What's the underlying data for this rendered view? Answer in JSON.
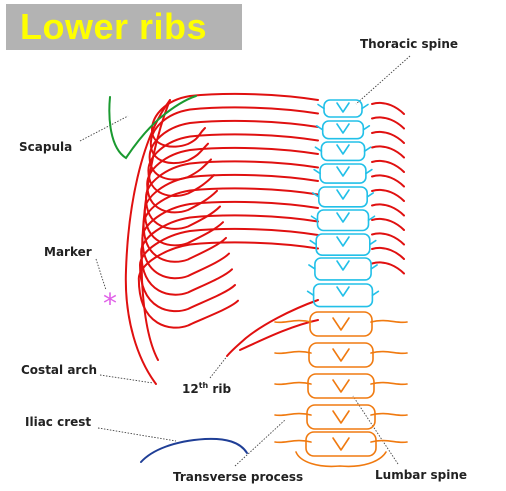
{
  "title": "Lower ribs",
  "labels": {
    "thoracic_spine": "Thoracic spine",
    "scapula": "Scapula",
    "marker": "Marker",
    "costal_arch": "Costal arch",
    "rib12_num": "12",
    "rib12_sup": "th",
    "rib12_word": " rib",
    "iliac_crest": "Iliac crest",
    "transverse_process": "Transverse process",
    "lumbar_spine": "Lumbar spine",
    "marker_symbol": "*"
  },
  "colors": {
    "title_bg": "#b3b3b3",
    "title_text": "#ffff00",
    "ribs": "#e01010",
    "thoracic_spine": "#22c0e8",
    "lumbar_spine": "#f07a10",
    "scapula": "#1a9a30",
    "iliac_crest": "#1f3e96",
    "marker": "#e060e8",
    "leader": "#444444"
  }
}
